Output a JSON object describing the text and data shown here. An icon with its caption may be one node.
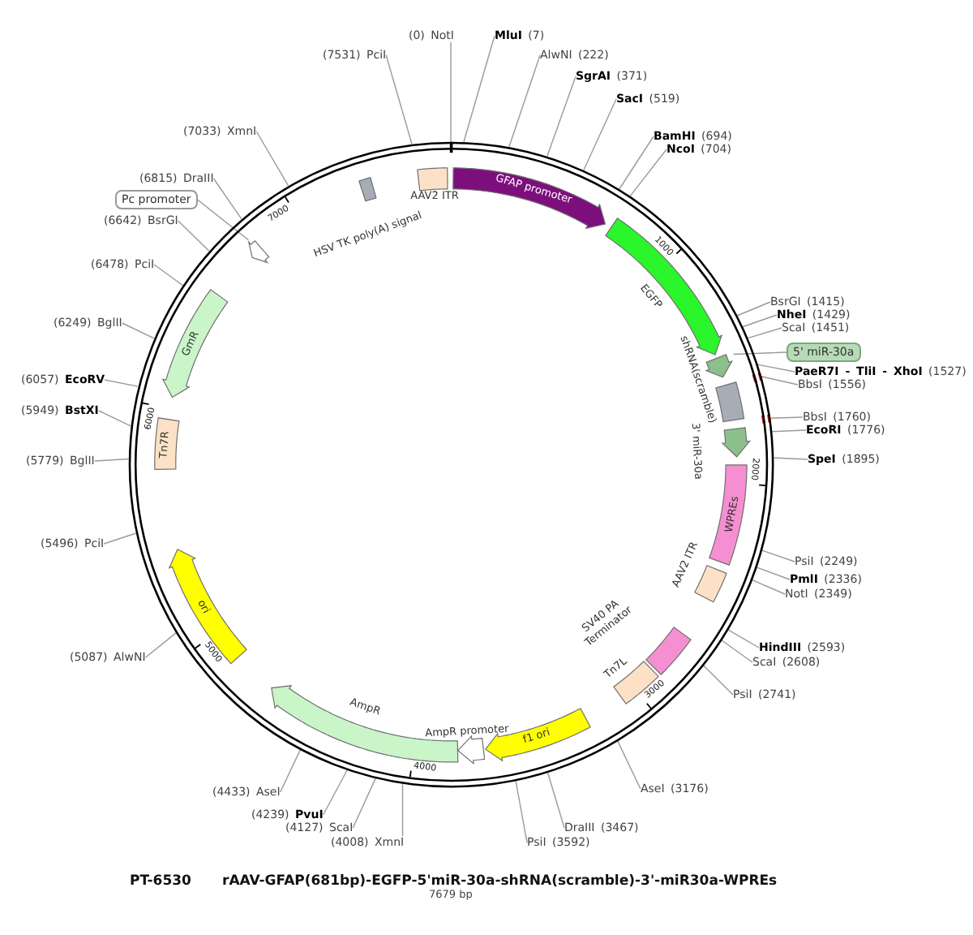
{
  "diagram": {
    "title": "rAAV-GFAP(681bp)-EGFP-5'miR-30a-shRNA(scramble)-3'-miR30a-WPREs",
    "nodes": [
      {
        "text": [
          "(0) NotI"
        ]
      },
      {
        "text": [
          "**MluI** (7)"
        ]
      },
      {
        "text": [
          "AlwNI (222)"
        ]
      },
      {
        "text": [
          "**SgrAI** (371)"
        ]
      },
      {
        "text": [
          "**SacI** (519)"
        ]
      },
      {
        "text": [
          "**BamHI** (694)"
        ]
      },
      {
        "text": [
          "**NcoI** (704)"
        ]
      },
      {
        "text": [
          "BsrGI (1415)"
        ]
      },
      {
        "text": [
          "**NheI** (1429)"
        ]
      },
      {
        "text": [
          "ScaI (1451)"
        ]
      },
      {
        "text": [
          "**PaeR7I - TliI - XhoI** (1527)"
        ]
      },
      {
        "text": [
          "BbsI (1556)"
        ]
      },
      {
        "text": [
          "BbsI (1760)"
        ]
      },
      {
        "text": [
          "**EcoRI** (1776)"
        ]
      },
      {
        "text": [
          "**SpeI** (1895)"
        ]
      },
      {
        "text": [
          "PsiI (2249)"
        ]
      },
      {
        "text": [
          "**PmlI** (2336)"
        ]
      },
      {
        "text": [
          "NotI (2349)"
        ]
      },
      {
        "text": [
          "**HindIII** (2593)"
        ]
      },
      {
        "text": [
          "ScaI (2608)"
        ]
      },
      {
        "text": [
          "PsiI (2741)"
        ]
      },
      {
        "text": [
          "AseI (3176)"
        ]
      },
      {
        "text": [
          "DraIII (3467)"
        ]
      },
      {
        "text": [
          "PsiI (3592)"
        ]
      },
      {
        "text": [
          "(4008) XmnI"
        ]
      },
      {
        "text": [
          "(4127) ScaI"
        ]
      },
      {
        "text": [
          "(4239) **PvuI**"
        ]
      },
      {
        "text": [
          "(4433) AseI"
        ]
      },
      {
        "text": [
          "(5087) AlwNI"
        ]
      },
      {
        "text": [
          "(5496) PciI"
        ]
      },
      {
        "text": [
          "(5779) BglII"
        ]
      },
      {
        "text": [
          "(5949) **BstXI**"
        ]
      },
      {
        "text": [
          "(6057) **EcoRV**"
        ]
      },
      {
        "text": [
          "(6249) BglII"
        ]
      },
      {
        "text": [
          "(6478) PciI"
        ]
      },
      {
        "text": [
          "(6642) BsrGI"
        ]
      },
      {
        "text": [
          "(6815) DraIII"
        ]
      },
      {
        "text": [
          "(7033) XmnI"
        ]
      },
      {
        "text": [
          "(7531) PciI"
        ]
      },
      {
        "text": [],
        "shape": "circle"
      },
      {
        "text": [
          "AAV2 ITR"
        ],
        "in": 39
      },
      {
        "text": [
          "GFAP promoter"
        ],
        "in": 39
      },
      {
        "text": [
          "EGFP"
        ],
        "in": 39
      },
      {
        "text": [],
        "shape": "arrow",
        "in": 39
      },
      {
        "text": [
          "5' miR-30a"
        ]
      },
      {
        "text": [
          "shRNA(scramble)"
        ],
        "in": 39
      },
      {
        "text": [
          "3' miR-30a"
        ],
        "in": 39
      },
      {
        "text": [
          "WPREs"
        ],
        "in": 39
      },
      {
        "text": [
          "AAV2 ITR"
        ],
        "in": 39
      },
      {
        "text": [
          "SV40 PA Terminator"
        ],
        "in": 39
      },
      {
        "text": [
          "Tn7L"
        ],
        "in": 39
      },
      {
        "text": [
          "f1 ori"
        ],
        "in": 39
      },
      {
        "text": [
          "AmpR promoter"
        ],
        "in": 39
      },
      {
        "text": [
          "AmpR"
        ],
        "in": 39
      },
      {
        "text": [
          "ori"
        ],
        "in": 39
      },
      {
        "text": [
          "Tn7R"
        ],
        "in": 39
      },
      {
        "text": [
          "GmR"
        ],
        "in": 39
      },
      {
        "text": [],
        "shape": "arrow",
        "in": 39
      },
      {
        "text": [
          "Pc promoter"
        ]
      },
      {
        "text": [
          "HSV TK poly(A) signal"
        ],
        "in": 39
      }
    ],
    "edges": [
      {
        "from": 0,
        "to": 39,
        "arrow": "none"
      },
      {
        "from": 1,
        "to": 39,
        "arrow": "none"
      },
      {
        "from": 2,
        "to": 39,
        "arrow": "none"
      },
      {
        "from": 3,
        "to": 39,
        "arrow": "none"
      },
      {
        "from": 4,
        "to": 39,
        "arrow": "none"
      },
      {
        "from": 5,
        "to": 39,
        "arrow": "none"
      },
      {
        "from": 6,
        "to": 39,
        "arrow": "none"
      },
      {
        "from": 7,
        "to": 39,
        "arrow": "none"
      },
      {
        "from": 8,
        "to": 39,
        "arrow": "none"
      },
      {
        "from": 9,
        "to": 39,
        "arrow": "none"
      },
      {
        "from": 10,
        "to": 39,
        "arrow": "none"
      },
      {
        "from": 11,
        "to": 39,
        "arrow": "none"
      },
      {
        "from": 12,
        "to": 39,
        "arrow": "none"
      },
      {
        "from": 13,
        "to": 39,
        "arrow": "none"
      },
      {
        "from": 14,
        "to": 39,
        "arrow": "none"
      },
      {
        "from": 15,
        "to": 39,
        "arrow": "none"
      },
      {
        "from": 16,
        "to": 39,
        "arrow": "none"
      },
      {
        "from": 17,
        "to": 39,
        "arrow": "none"
      },
      {
        "from": 18,
        "to": 39,
        "arrow": "none"
      },
      {
        "from": 19,
        "to": 39,
        "arrow": "none"
      },
      {
        "from": 20,
        "to": 39,
        "arrow": "none"
      },
      {
        "from": 21,
        "to": 39,
        "arrow": "none"
      },
      {
        "from": 22,
        "to": 39,
        "arrow": "none"
      },
      {
        "from": 23,
        "to": 39,
        "arrow": "none"
      },
      {
        "from": 24,
        "to": 39,
        "arrow": "none"
      },
      {
        "from": 25,
        "to": 39,
        "arrow": "none"
      },
      {
        "from": 26,
        "to": 39,
        "arrow": "none"
      },
      {
        "from": 27,
        "to": 39,
        "arrow": "none"
      },
      {
        "from": 28,
        "to": 39,
        "arrow": "none"
      },
      {
        "from": 29,
        "to": 39,
        "arrow": "none"
      },
      {
        "from": 30,
        "to": 39,
        "arrow": "none"
      },
      {
        "from": 31,
        "to": 39,
        "arrow": "none"
      },
      {
        "from": 32,
        "to": 39,
        "arrow": "none"
      },
      {
        "from": 33,
        "to": 39,
        "arrow": "none"
      },
      {
        "from": 34,
        "to": 39,
        "arrow": "none"
      },
      {
        "from": 35,
        "to": 39,
        "arrow": "none"
      },
      {
        "from": 36,
        "to": 39,
        "arrow": "none"
      },
      {
        "from": 37,
        "to": 39,
        "arrow": "none"
      },
      {
        "from": 38,
        "to": 39,
        "arrow": "none"
      },
      {
        "from": 44,
        "to": 43,
        "arrow": "none"
      },
      {
        "from": 58,
        "to": 57,
        "arrow": "none"
      }
    ],
    "labels": [
      "1000",
      "2000",
      "3000",
      "4000",
      "5000",
      "6000",
      "7000",
      "PT-6530",
      "7679 bp"
    ]
  }
}
